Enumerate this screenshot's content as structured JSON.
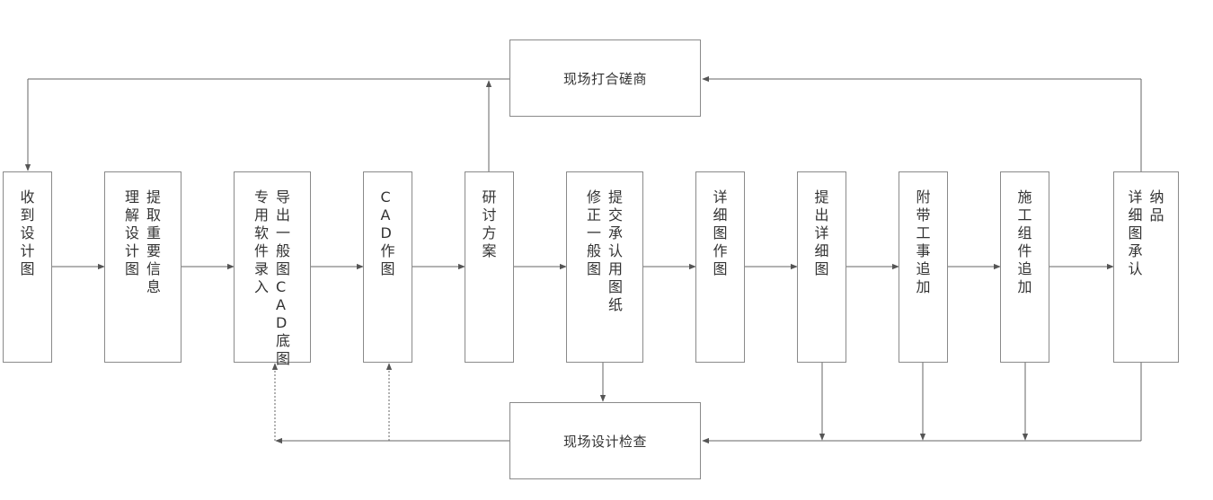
{
  "diagram": {
    "top_box": "现场打合磋商",
    "bottom_box": "现场设计检查",
    "steps": [
      {
        "id": "receive",
        "lines": [
          "收到设计图"
        ]
      },
      {
        "id": "extract",
        "lines": [
          "提取重要信息",
          "理解设计图"
        ]
      },
      {
        "id": "cad-import",
        "lines": [
          "导出一般图CAD底图",
          "专用软件录入"
        ]
      },
      {
        "id": "cad-draw",
        "lines": [
          "CAD作图"
        ]
      },
      {
        "id": "study",
        "lines": [
          "研讨方案"
        ]
      },
      {
        "id": "approval-submit",
        "lines": [
          "提交承认用图纸",
          "修正一般图"
        ]
      },
      {
        "id": "detail-draw",
        "lines": [
          "详细图作图"
        ]
      },
      {
        "id": "detail-submit",
        "lines": [
          "提出详细图"
        ]
      },
      {
        "id": "extra-work",
        "lines": [
          "附带工事追加"
        ]
      },
      {
        "id": "component-add",
        "lines": [
          "施工组件追加"
        ]
      },
      {
        "id": "delivery",
        "lines": [
          "纳品",
          "详细图承认"
        ]
      }
    ]
  }
}
